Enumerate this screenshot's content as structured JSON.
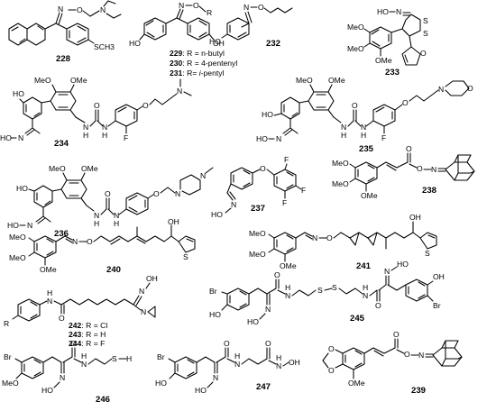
{
  "figure": {
    "compounds": [
      {
        "id": "228",
        "label": "228",
        "atoms": {
          "n": "N",
          "o": "O",
          "n2": "N",
          "sch3": "SCH3"
        }
      },
      {
        "id": "229-231",
        "labels": [
          "229",
          "230",
          "231"
        ],
        "atoms": {
          "n": "N",
          "o": "O",
          "r": "R",
          "oh1": "HO",
          "oh2": "OH"
        },
        "legend": [
          {
            "num": "229",
            "text": ": R = n-butyl"
          },
          {
            "num": "230",
            "text": ": R = 4-pentenyl"
          },
          {
            "num": "231",
            "text": ": R= ",
            "italic": "i",
            "rest": "-pentyl"
          }
        ]
      },
      {
        "id": "232",
        "label": "232",
        "atoms": {
          "n": "N",
          "o": "O",
          "oh": "HO"
        }
      },
      {
        "id": "233",
        "label": "233",
        "atoms": {
          "ho": "HO",
          "n": "N",
          "s1": "S",
          "s2": "S",
          "meo1": "MeO",
          "meo2": "MeO",
          "ome": "OMe",
          "o": "O"
        }
      },
      {
        "id": "234",
        "label": "234",
        "atoms": {
          "ome1": "OMe",
          "meo": "MeO",
          "ho": "HO",
          "n": "N",
          "ho2": "HO",
          "o": "O",
          "nh1": "N",
          "h1": "H",
          "nh2": "N",
          "h2": "H",
          "f": "F",
          "o2": "O",
          "n3": "N"
        }
      },
      {
        "id": "235",
        "label": "235",
        "atoms": {
          "meo": "MeO",
          "ome": "OMe",
          "ho": "HO",
          "n": "N",
          "ho2": "HO",
          "o": "O",
          "nh1": "N",
          "h1": "H",
          "nh2": "N",
          "h2": "H",
          "f": "F",
          "o2": "O",
          "n3": "N",
          "o3": "O"
        }
      },
      {
        "id": "236",
        "label": "236",
        "atoms": {
          "meo": "MeO",
          "ome": "OMe",
          "ho": "HO",
          "n": "N",
          "ho2": "HO",
          "o": "O",
          "nh1": "N",
          "h1": "H",
          "nh2": "N",
          "h2": "H",
          "o2": "O",
          "n3": "N",
          "n4": "N"
        }
      },
      {
        "id": "237",
        "label": "237",
        "atoms": {
          "o": "O",
          "f1": "F",
          "f2": "F",
          "f3": "F",
          "n": "N",
          "ho": "HO"
        }
      },
      {
        "id": "238",
        "label": "238",
        "atoms": {
          "meo1": "MeO",
          "meo2": "MeO",
          "ome": "OMe",
          "o": "O",
          "o2": "O",
          "n": "N"
        }
      },
      {
        "id": "240",
        "label": "240",
        "atoms": {
          "meo1": "MeO",
          "meo2": "MeO",
          "ome": "OMe",
          "n": "N",
          "o": "O",
          "oh": "OH",
          "s": "S"
        }
      },
      {
        "id": "241",
        "label": "241",
        "atoms": {
          "meo1": "MeO",
          "meo2": "MeO",
          "ome": "OMe",
          "n": "N",
          "o": "O",
          "oh": "OH",
          "s": "S"
        }
      },
      {
        "id": "242-244",
        "labels": [
          "242",
          "243",
          "244"
        ],
        "atoms": {
          "h": "H",
          "n": "N",
          "o": "O",
          "r": "R",
          "n2": "N",
          "oh": "OH",
          "n3": "N"
        },
        "legend": [
          {
            "num": "242",
            "text": ": R = Cl"
          },
          {
            "num": "243",
            "text": ": R = H"
          },
          {
            "num": "244",
            "text": ": R = F"
          }
        ]
      },
      {
        "id": "245",
        "label": "245",
        "atoms": {
          "br1": "Br",
          "ho": "HO",
          "n": "N",
          "ho2": "HO",
          "o": "O",
          "h": "H",
          "n2": "N",
          "s1": "S",
          "s2": "S",
          "h2": "H",
          "n3": "N",
          "o2": "O",
          "n4": "N",
          "ho3": "HO",
          "oh": "OH",
          "br2": "Br"
        }
      },
      {
        "id": "246",
        "label": "246",
        "atoms": {
          "br": "Br",
          "meo": "MeO",
          "o": "O",
          "n": "N",
          "h": "H",
          "ho": "HO",
          "n2": "N",
          "s": "S",
          "h2": "H"
        }
      },
      {
        "id": "247",
        "label": "247",
        "atoms": {
          "br": "Br",
          "ho": "HO",
          "o": "O",
          "n": "N",
          "h": "H",
          "n2": "N",
          "ho2": "HO",
          "o2": "O",
          "n3": "N",
          "h2": "H",
          "oh": "OH"
        }
      },
      {
        "id": "239",
        "label": "239",
        "atoms": {
          "o1": "O",
          "o2": "O",
          "o3": "O",
          "ome": "OMe",
          "o4": "O",
          "n": "N"
        }
      }
    ]
  }
}
